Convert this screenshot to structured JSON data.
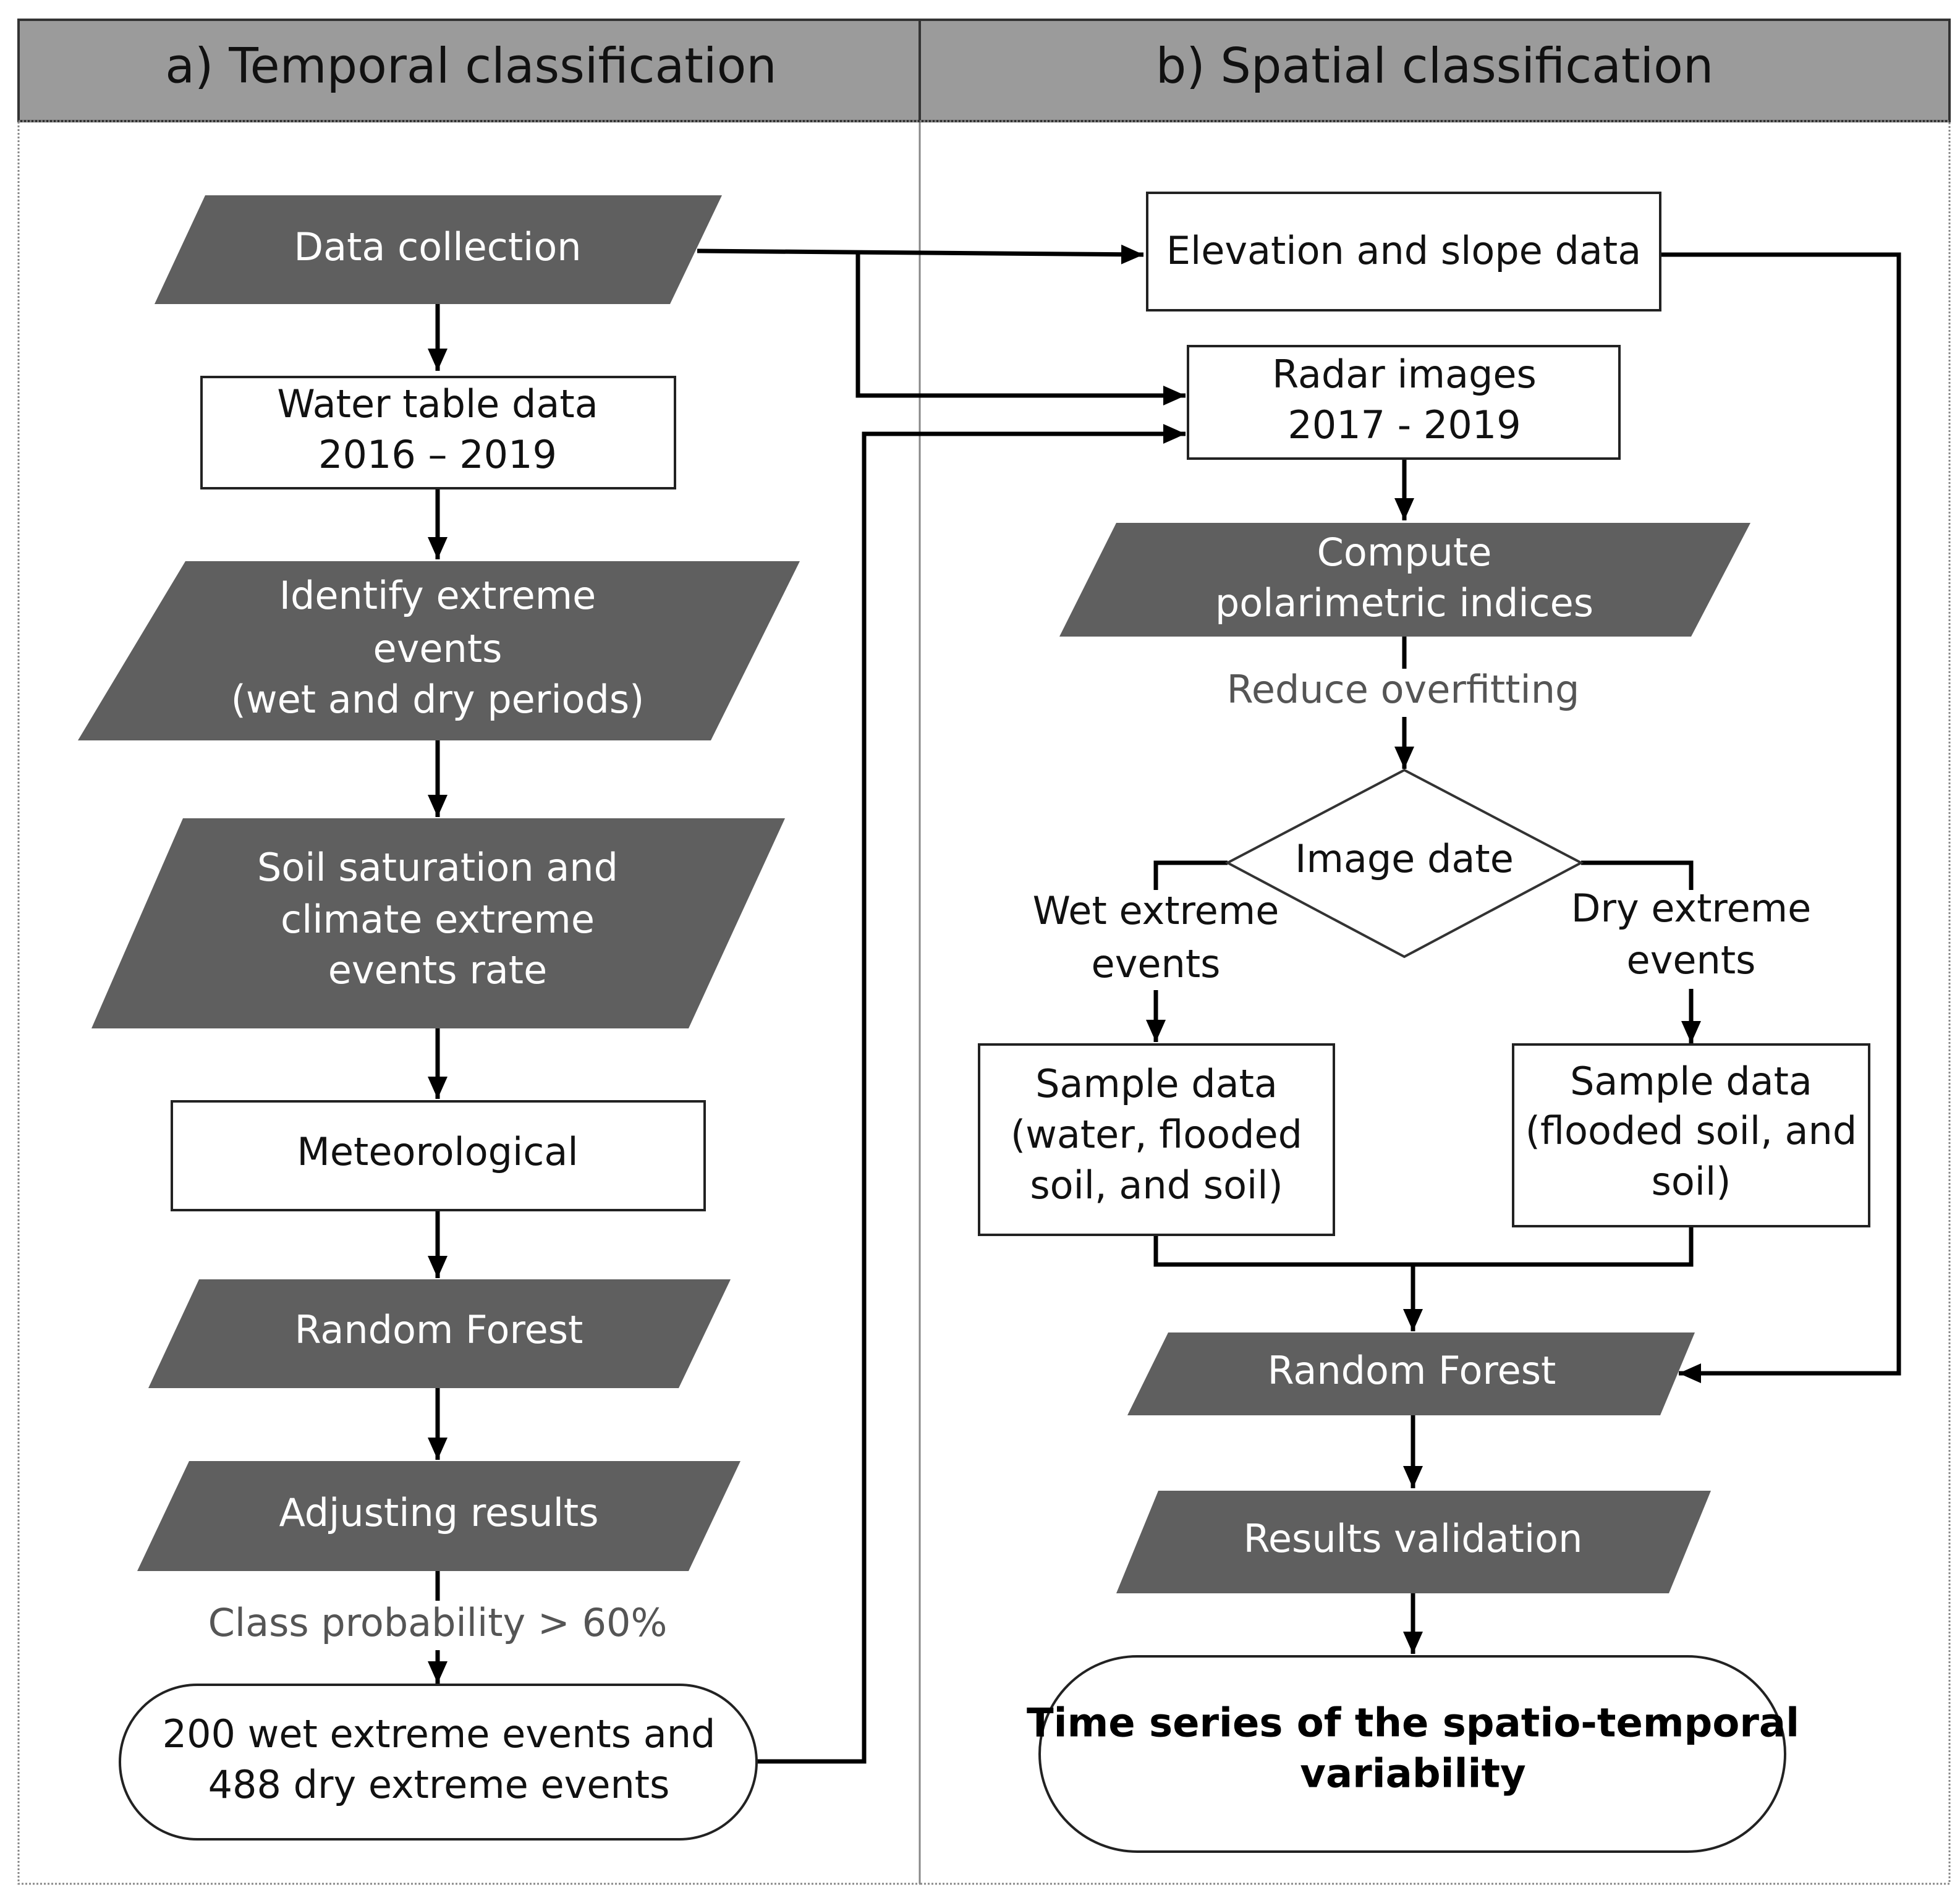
{
  "colors": {
    "header_fill": "#9b9b9b",
    "process_fill": "#5f5f5f",
    "box_fill": "#ffffff",
    "line": "#000000"
  },
  "panels": {
    "temporal": {
      "title": "a) Temporal classification"
    },
    "spatial": {
      "title": "b) Spatial classification"
    }
  },
  "temporal": {
    "data_collection": [
      "Data collection"
    ],
    "water_table": [
      "Water table data",
      "2016 – 2019"
    ],
    "identify_extreme": [
      "Identify extreme",
      "events",
      "(wet and dry periods)"
    ],
    "soil_saturation": [
      "Soil saturation and",
      "climate extreme",
      "events rate"
    ],
    "meteorological": [
      "Meteorological"
    ],
    "random_forest": [
      "Random Forest"
    ],
    "adjusting_results": [
      "Adjusting results"
    ],
    "class_probability_label": "Class probability > 60%",
    "events_result": [
      "200 wet extreme events  and",
      "488 dry extreme events"
    ]
  },
  "spatial": {
    "elevation_slope": [
      "Elevation and slope data"
    ],
    "radar_images": [
      "Radar images",
      "2017 - 2019"
    ],
    "compute_indices": [
      "Compute",
      "polarimetric indices"
    ],
    "reduce_overfitting_label": "Reduce overfitting",
    "image_date": [
      "Image date"
    ],
    "wet_branch_label": [
      "Wet extreme",
      "events"
    ],
    "dry_branch_label": [
      "Dry extreme",
      "events"
    ],
    "sample_wet": [
      "Sample data",
      "(water, flooded",
      "soil, and soil)"
    ],
    "sample_dry": [
      "Sample data",
      "(flooded soil, and",
      "soil)"
    ],
    "random_forest": [
      "Random Forest"
    ],
    "results_validation": [
      "Results validation"
    ],
    "time_series": [
      "Time series of the spatio-temporal",
      "variability"
    ]
  }
}
